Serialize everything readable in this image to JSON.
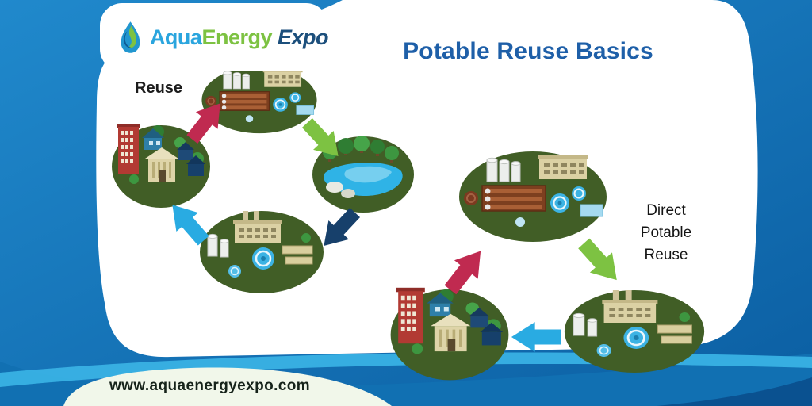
{
  "logo": {
    "aqua": "Aqua",
    "energy": "Energy",
    "expo": "Expo",
    "icon": "water-flame-drop-icon"
  },
  "title": "Potable Reuse Basics",
  "labels": {
    "left_cycle_partial": "Reuse",
    "right_cycle": "Direct Potable Reuse"
  },
  "footer": {
    "website": "www.aquaenergyexpo.com"
  },
  "diagram": {
    "left_cycle": {
      "nodes": [
        "water-treatment-plant",
        "community-city",
        "environmental-buffer-lake",
        "wastewater-treatment-plant"
      ],
      "arrow_colors": {
        "community_to_plant": "#c02a50",
        "plant_to_lake": "#7dc242",
        "lake_to_plant": "#17406b",
        "plant_to_community": "#29abe2"
      }
    },
    "right_cycle": {
      "nodes": [
        "advanced-treatment-plant",
        "community-city",
        "wastewater-treatment-plant"
      ],
      "arrow_colors": {
        "community_to_plant": "#c02a50",
        "plant_to_plant": "#7dc242",
        "plant_to_community": "#29abe2"
      }
    }
  },
  "colors": {
    "background_blue": "#1173b5",
    "swoosh_cyan": "#39b1e4",
    "title_blue": "#1e5fa8",
    "node_green": "#415e26",
    "logo_aqua_blue": "#2aa5de",
    "logo_energy_green": "#7dc242",
    "logo_expo_navy": "#1c4f7c"
  }
}
